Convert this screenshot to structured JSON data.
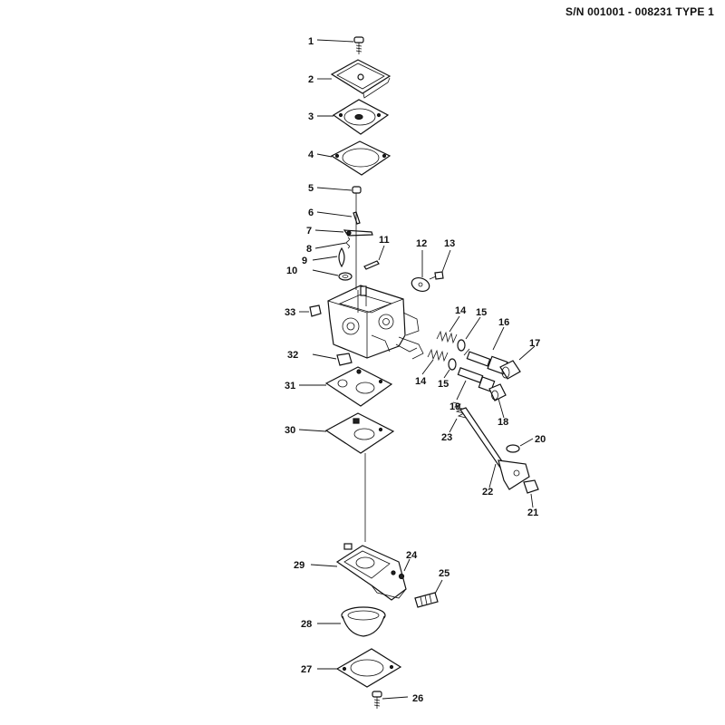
{
  "header": {
    "serial_text": "S/N 001001 - 008231 TYPE 1"
  },
  "callouts": [
    "1",
    "2",
    "3",
    "4",
    "5",
    "6",
    "7",
    "8",
    "9",
    "10",
    "11",
    "12",
    "13",
    "14",
    "15",
    "16",
    "17",
    "14",
    "15",
    "19",
    "18",
    "20",
    "23",
    "22",
    "21",
    "33",
    "32",
    "31",
    "30",
    "29",
    "24",
    "25",
    "28",
    "27",
    "26"
  ]
}
